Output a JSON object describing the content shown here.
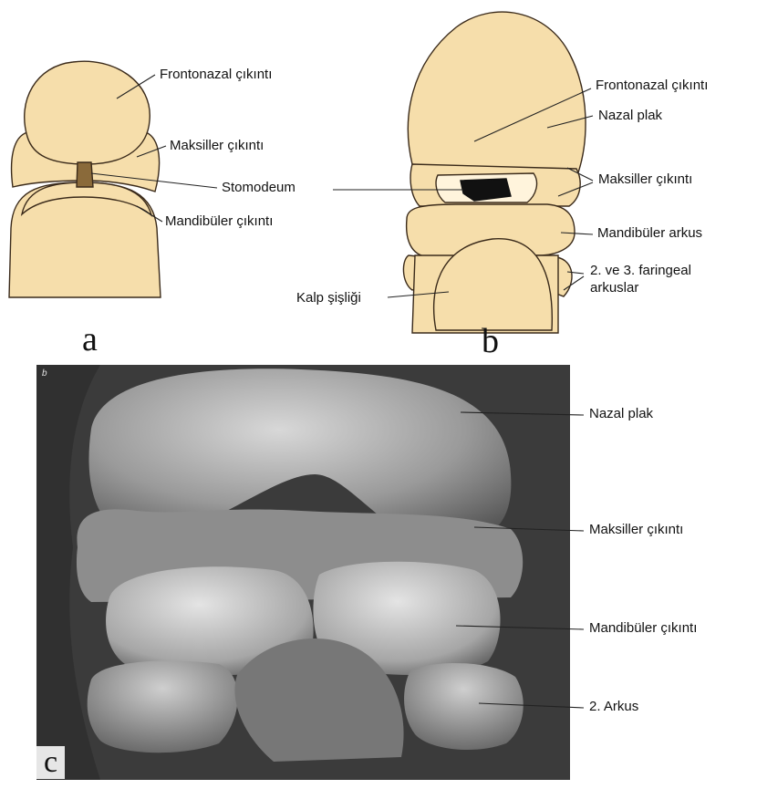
{
  "panel_a": {
    "letter": "a",
    "labels": {
      "frontonasal": "Frontonazal çıkıntı",
      "maxillary": "Maksiller çıkıntı",
      "stomodeum": "Stomodeum",
      "mandibular": "Mandibüler çıkıntı"
    }
  },
  "panel_b": {
    "letter": "b",
    "labels": {
      "frontonasal": "Frontonazal çıkıntı",
      "nasal_plate": "Nazal plak",
      "maxillary": "Maksiller çıkıntı",
      "mandibular_arch": "Mandibüler arkus",
      "pharyngeal_arches_line1": "2. ve 3. faringeal",
      "pharyngeal_arches_line2": "arkuslar",
      "heart_bulge": "Kalp şişliği"
    }
  },
  "panel_c": {
    "letter": "c",
    "corner_mark": "b",
    "labels": {
      "nasal_plate": "Nazal plak",
      "maxillary": "Maksiller çıkıntı",
      "mandibular": "Mandibüler çıkıntı",
      "second_arch": "2. Arkus"
    }
  },
  "colors": {
    "tissue_fill": "#f6deab",
    "tissue_stroke": "#3a2a1a",
    "sem_background": "#3b3b3b"
  }
}
